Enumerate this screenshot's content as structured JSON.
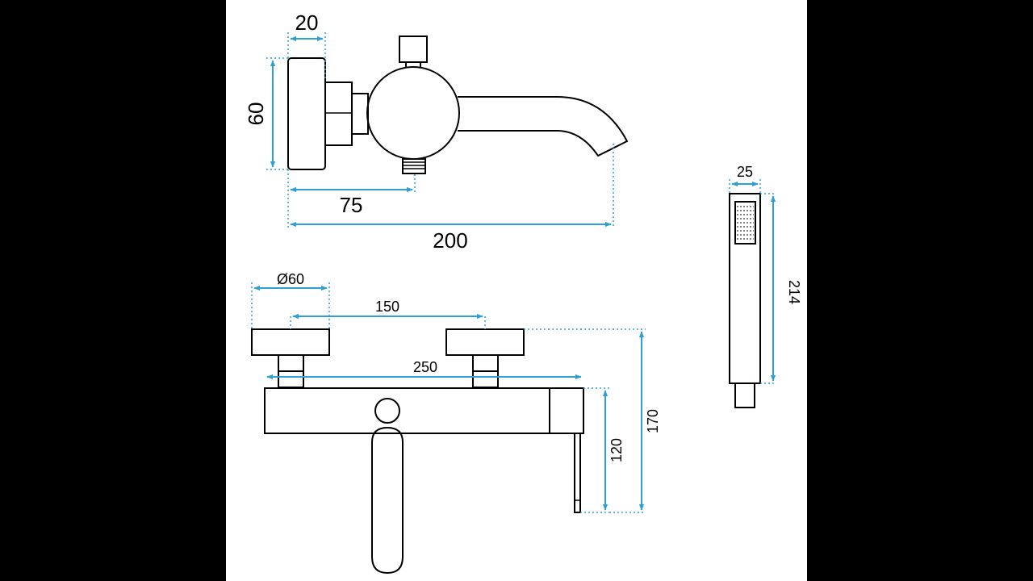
{
  "dimensions": {
    "side_depth": "20",
    "side_height": "60",
    "side_outlet": "75",
    "side_total": "200",
    "knob_diameter": "Ø60",
    "knob_spacing": "150",
    "body_length": "250",
    "body_height": "120",
    "total_height": "170",
    "shower_width": "25",
    "shower_length": "214"
  },
  "colors": {
    "dimension_line": "#2f9fd8",
    "outline": "#000000",
    "background": "#ffffff",
    "sidebars": "#000000"
  }
}
